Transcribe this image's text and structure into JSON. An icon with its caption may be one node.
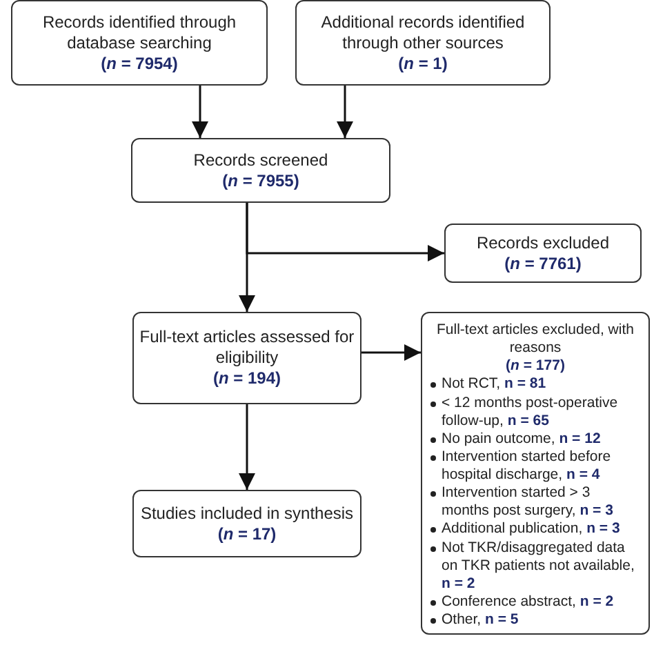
{
  "diagram": {
    "nodes": [
      {
        "text": [
          "Records identified through database searching",
          "(*n* = 7954)"
        ]
      },
      {
        "text": [
          "Additional records identified through other sources",
          "(*n* = 1)"
        ]
      },
      {
        "text": [
          "Records screened",
          "(*n* = 7955)"
        ]
      },
      {
        "text": [
          "Records excluded",
          "(*n* = 7761)"
        ]
      },
      {
        "text": [
          "Full-text articles assessed for eligibility",
          "(*n* = 194)"
        ]
      },
      {
        "text": [
          "Studies included in synthesis",
          "(*n* = 17)"
        ]
      },
      {
        "text": [
          "Full-text articles excluded, with reasons",
          "(*n* = 177)",
          "Not RCT, **n = 81**",
          "< 12 months post-operative follow-up, **n = 65**",
          "No pain outcome, **n = 12**",
          "Intervention started before hospital discharge, **n = 4**",
          "Intervention started > 3 months post surgery, **n = 3**",
          "Additional publication, **n = 3**",
          "Not TKR/disaggregated data on TKR patients not available, **n = 2**",
          "Conference abstract, **n = 2**",
          "Other, **n = 5**"
        ]
      }
    ],
    "edges": [
      {
        "from": 0,
        "to": 2,
        "arrow": "to"
      },
      {
        "from": 1,
        "to": 2,
        "arrow": "to"
      },
      {
        "from": 2,
        "to": 3,
        "arrow": "to"
      },
      {
        "from": 2,
        "to": 4,
        "arrow": "to"
      },
      {
        "from": 4,
        "to": 5,
        "arrow": "to"
      },
      {
        "from": 4,
        "to": 6,
        "arrow": "to"
      }
    ]
  }
}
